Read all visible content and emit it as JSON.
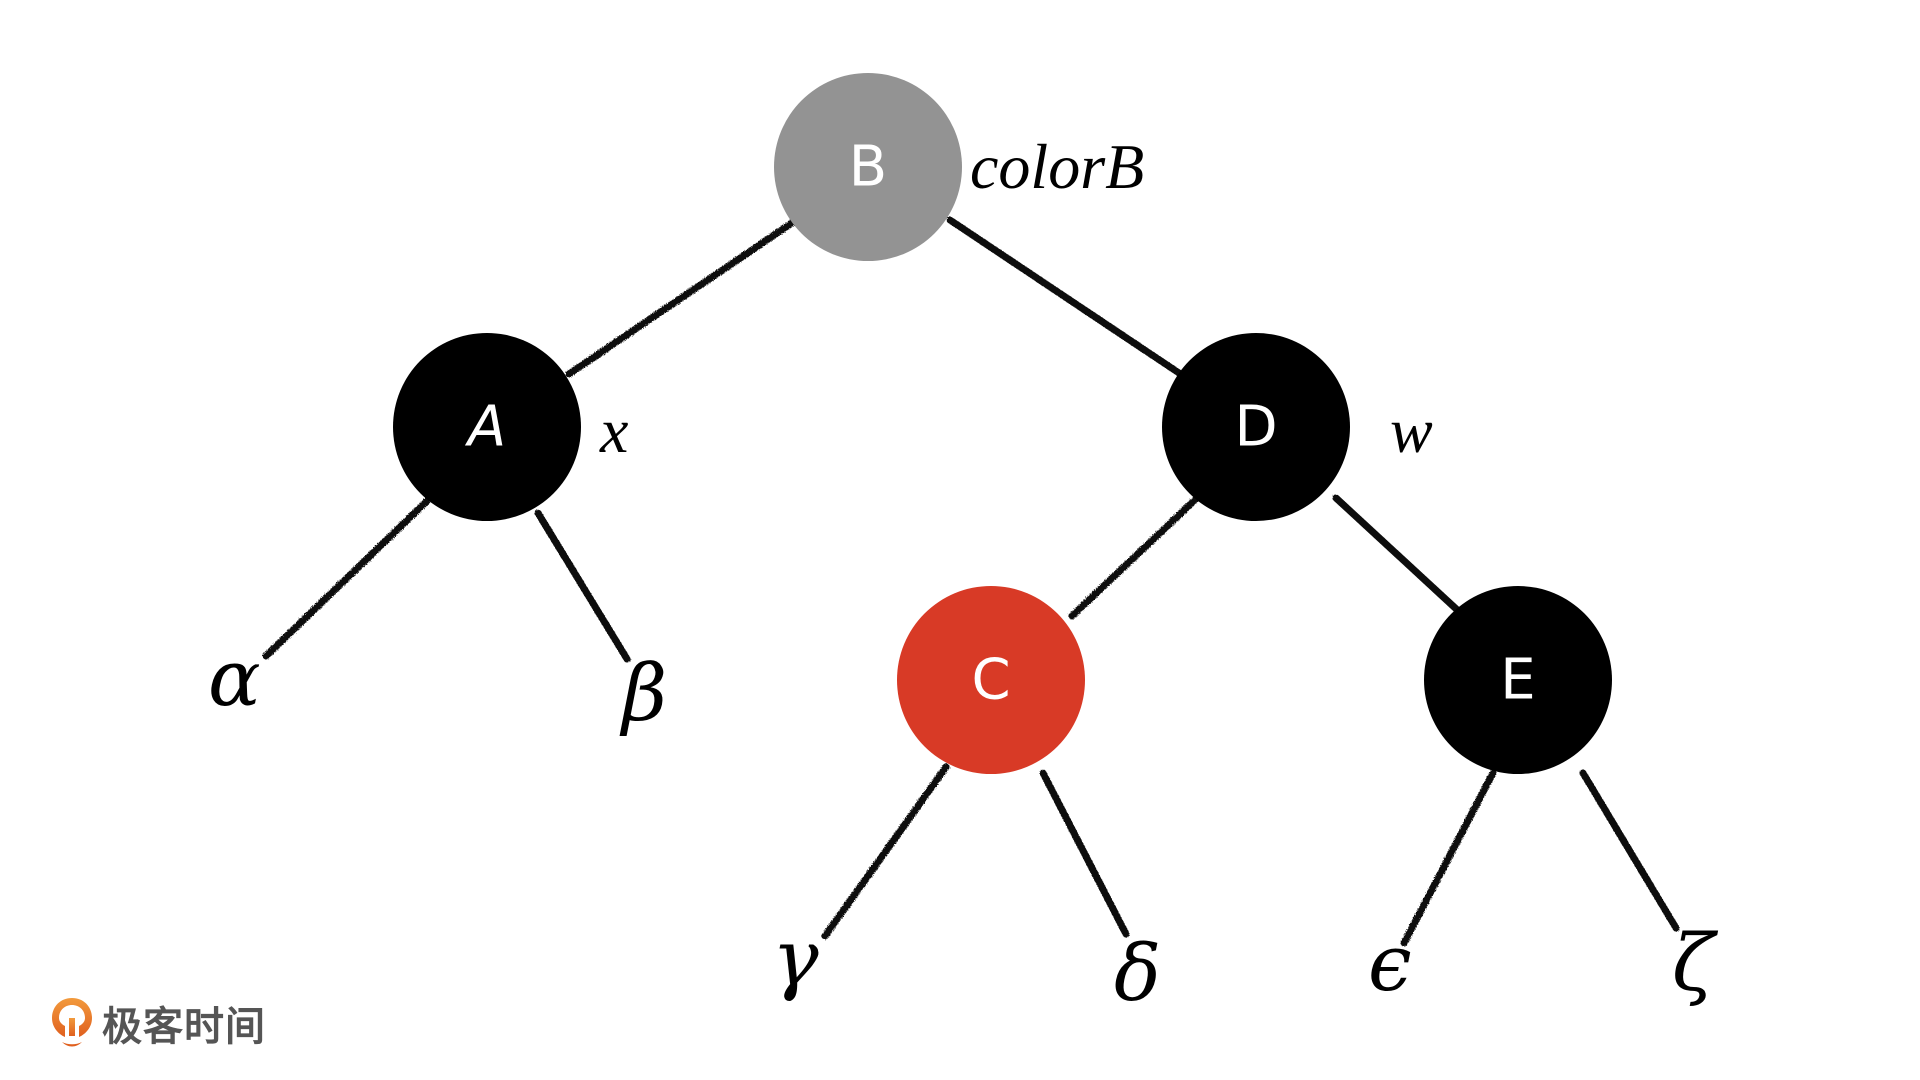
{
  "diagram": {
    "type": "red-black-tree",
    "nodes": [
      {
        "id": "B",
        "label": "B",
        "color": "#939393",
        "annotation": "colorB"
      },
      {
        "id": "A",
        "label": "A",
        "color": "#000000",
        "annotation": "x"
      },
      {
        "id": "D",
        "label": "D",
        "color": "#000000",
        "annotation": "w"
      },
      {
        "id": "C",
        "label": "C",
        "color": "#d83a26",
        "annotation": ""
      },
      {
        "id": "E",
        "label": "E",
        "color": "#000000",
        "annotation": ""
      }
    ],
    "subtrees": [
      {
        "id": "alpha",
        "label": "α",
        "parent": "A"
      },
      {
        "id": "beta",
        "label": "β",
        "parent": "A"
      },
      {
        "id": "gamma",
        "label": "γ",
        "parent": "C"
      },
      {
        "id": "delta",
        "label": "δ",
        "parent": "C"
      },
      {
        "id": "epsilon",
        "label": "ϵ",
        "parent": "E"
      },
      {
        "id": "zeta",
        "label": "ζ",
        "parent": "E"
      }
    ],
    "edges": [
      [
        "B",
        "A"
      ],
      [
        "B",
        "D"
      ],
      [
        "A",
        "alpha"
      ],
      [
        "A",
        "beta"
      ],
      [
        "D",
        "C"
      ],
      [
        "D",
        "E"
      ],
      [
        "C",
        "gamma"
      ],
      [
        "C",
        "delta"
      ],
      [
        "E",
        "epsilon"
      ],
      [
        "E",
        "zeta"
      ]
    ]
  },
  "logo": {
    "text": "极客时间",
    "icon": "geektime-logo-icon",
    "color": "#e8732a"
  }
}
